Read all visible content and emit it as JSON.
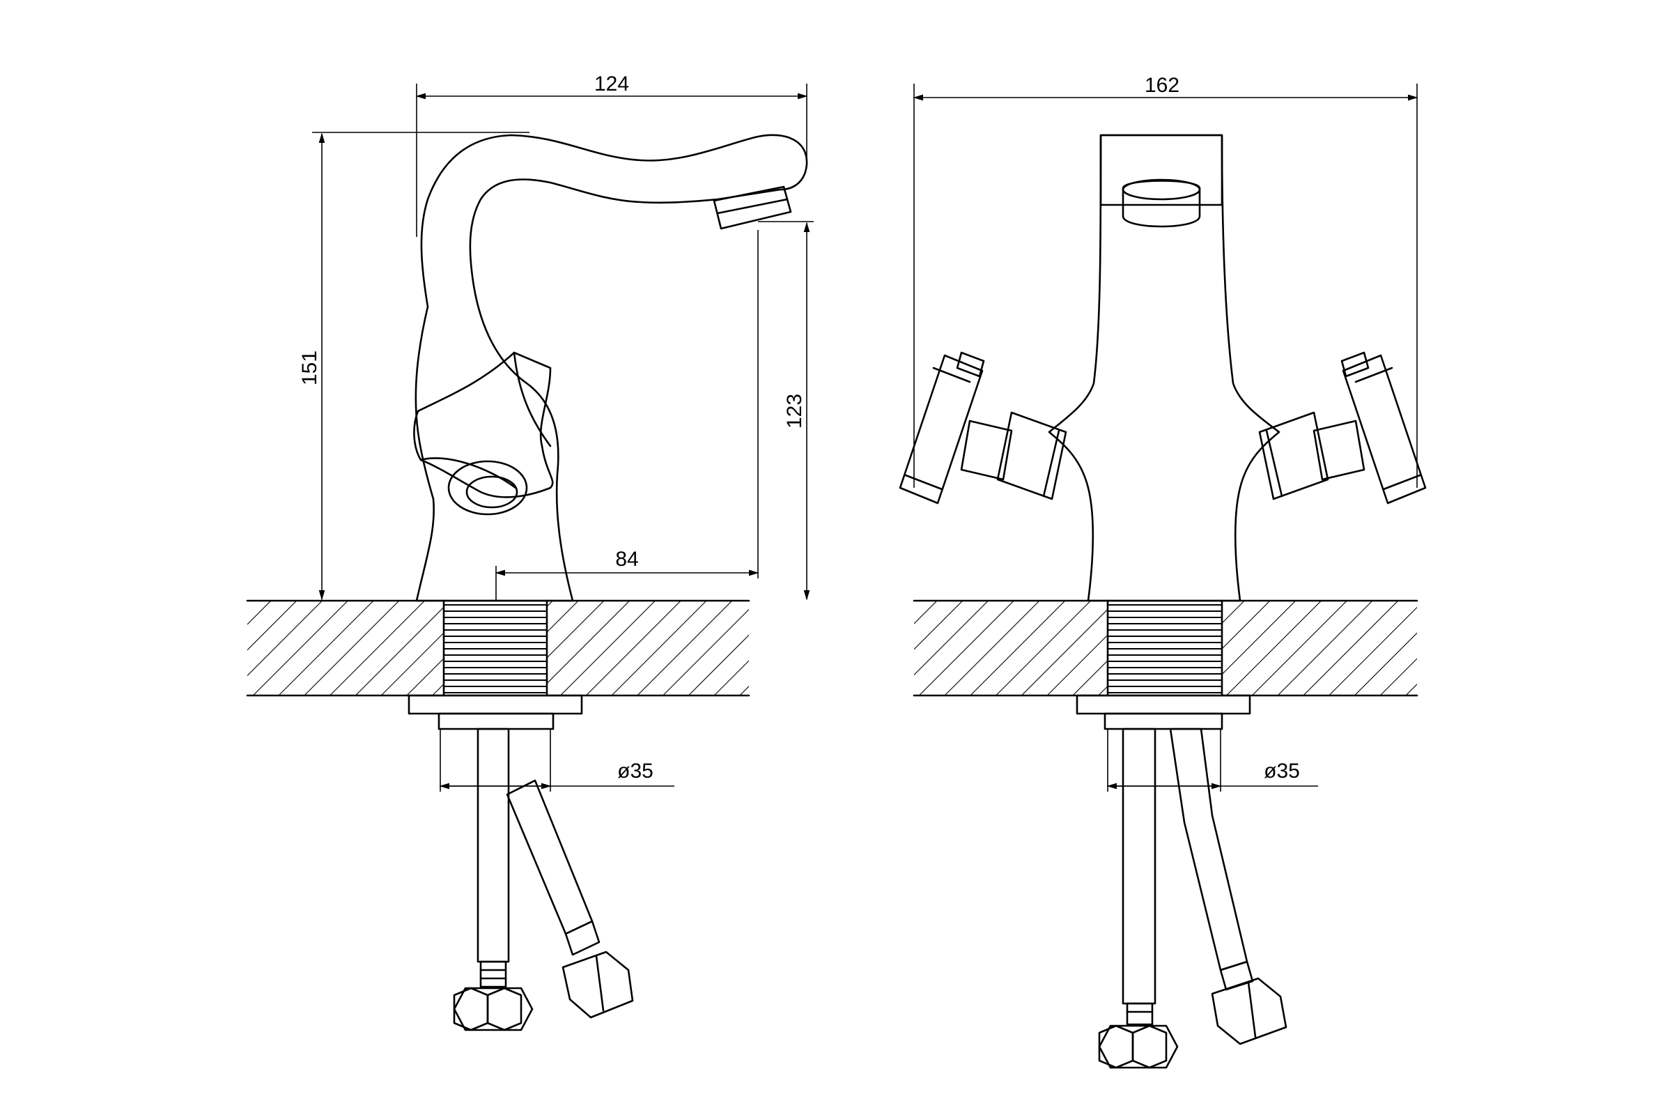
{
  "colors": {
    "stroke": "#000000",
    "background": "#ffffff"
  },
  "side_view": {
    "width_dim": "124",
    "height_dim": "151",
    "spout_height_dim": "123",
    "reach_dim": "84",
    "hole_dim": "ø35"
  },
  "front_view": {
    "width_dim": "162",
    "hole_dim": "ø35"
  }
}
